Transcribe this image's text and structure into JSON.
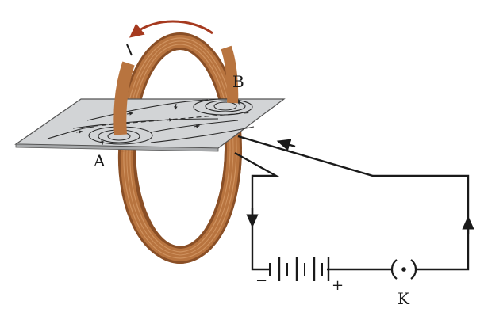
{
  "labels": {
    "point_a": "A",
    "point_b": "B",
    "key": "K",
    "battery_negative": "−",
    "battery_positive": "+"
  },
  "colors": {
    "coil": "#b8743f",
    "coil_dark": "#8a4f26",
    "coil_highlight": "#d49a68",
    "current_arrow": "#a63a1f",
    "plane": "#d2d4d6",
    "plane_edge": "#555555",
    "wire": "#1a1a1a",
    "field_line": "#2a2a2a"
  },
  "icons": {
    "current_direction_arrow": "curved-arrow-icon",
    "battery": "battery-icon",
    "key": "plug-key-icon"
  }
}
